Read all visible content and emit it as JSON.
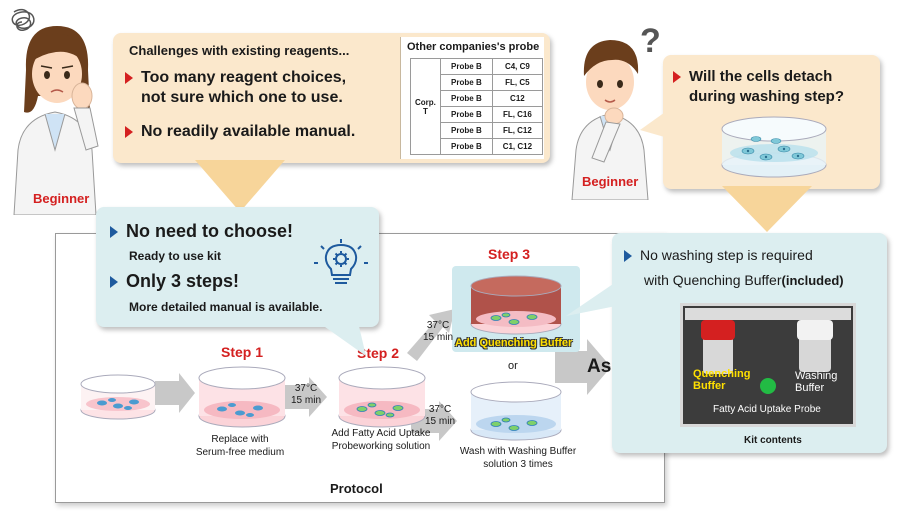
{
  "characters": {
    "left_label": "Beginner",
    "right_label": "Beginner"
  },
  "challenges": {
    "title": "Challenges with existing reagents...",
    "bullets": [
      "Too many reagent choices,",
      "not sure which one to use.",
      "No readily available manual."
    ]
  },
  "competitors": {
    "title": "Other companies's probe",
    "corp_label": "Corp. T",
    "rows": [
      {
        "probe": "Probe B",
        "value": "C4, C9"
      },
      {
        "probe": "Probe B",
        "value": "FL, C5"
      },
      {
        "probe": "Probe B",
        "value": "C12"
      },
      {
        "probe": "Probe B",
        "value": "FL, C16"
      },
      {
        "probe": "Probe B",
        "value": "FL, C12"
      },
      {
        "probe": "Probe B",
        "value": "C1, C12"
      }
    ]
  },
  "question": {
    "line1": "Will the cells detach",
    "line2": "during washing step?"
  },
  "benefits": {
    "b1_title": "No need to choose!",
    "b1_sub": "Ready to use kit",
    "b2_title": "Only 3 steps!",
    "b2_sub": "More detailed manual is available."
  },
  "no_wash": {
    "line1": "No washing step is required",
    "line2_prefix": "with Quenching Buffer",
    "line2_suffix": "(included)"
  },
  "kit": {
    "quenching_label_1": "Quenching",
    "quenching_label_2": "Buffer",
    "washing_label_1": "Washing",
    "washing_label_2": "Buffer",
    "probe_label": "Fatty Acid Uptake Probe",
    "caption": "Kit contents"
  },
  "protocol": {
    "title": "Protocol",
    "step1_label": "Step 1",
    "step2_label": "Step 2",
    "step3_label": "Step 3",
    "step1_caption_1": "Replace with",
    "step1_caption_2": "Serum-free medium",
    "step2_caption_1": "Add Fatty Acid Uptake",
    "step2_caption_2": "Probeworking solution",
    "step3_caption": "Add Quenching Buffer",
    "wash_caption_1": "Wash with Washing Buffer",
    "wash_caption_2": "solution 3 times",
    "temp_1": "37°C",
    "time_1": "15 min",
    "temp_2": "37°C",
    "time_2": "15 min",
    "temp_3": "37°C",
    "time_3": "15 min",
    "or_label": "or",
    "assay_label": "Assay"
  },
  "colors": {
    "accent_red": "#d42020",
    "bubble_beige": "#fbe8cc",
    "bubble_blue": "#dceef0",
    "arrow_gray": "#c8c8c8",
    "bullet_blue": "#1e5a9e"
  }
}
